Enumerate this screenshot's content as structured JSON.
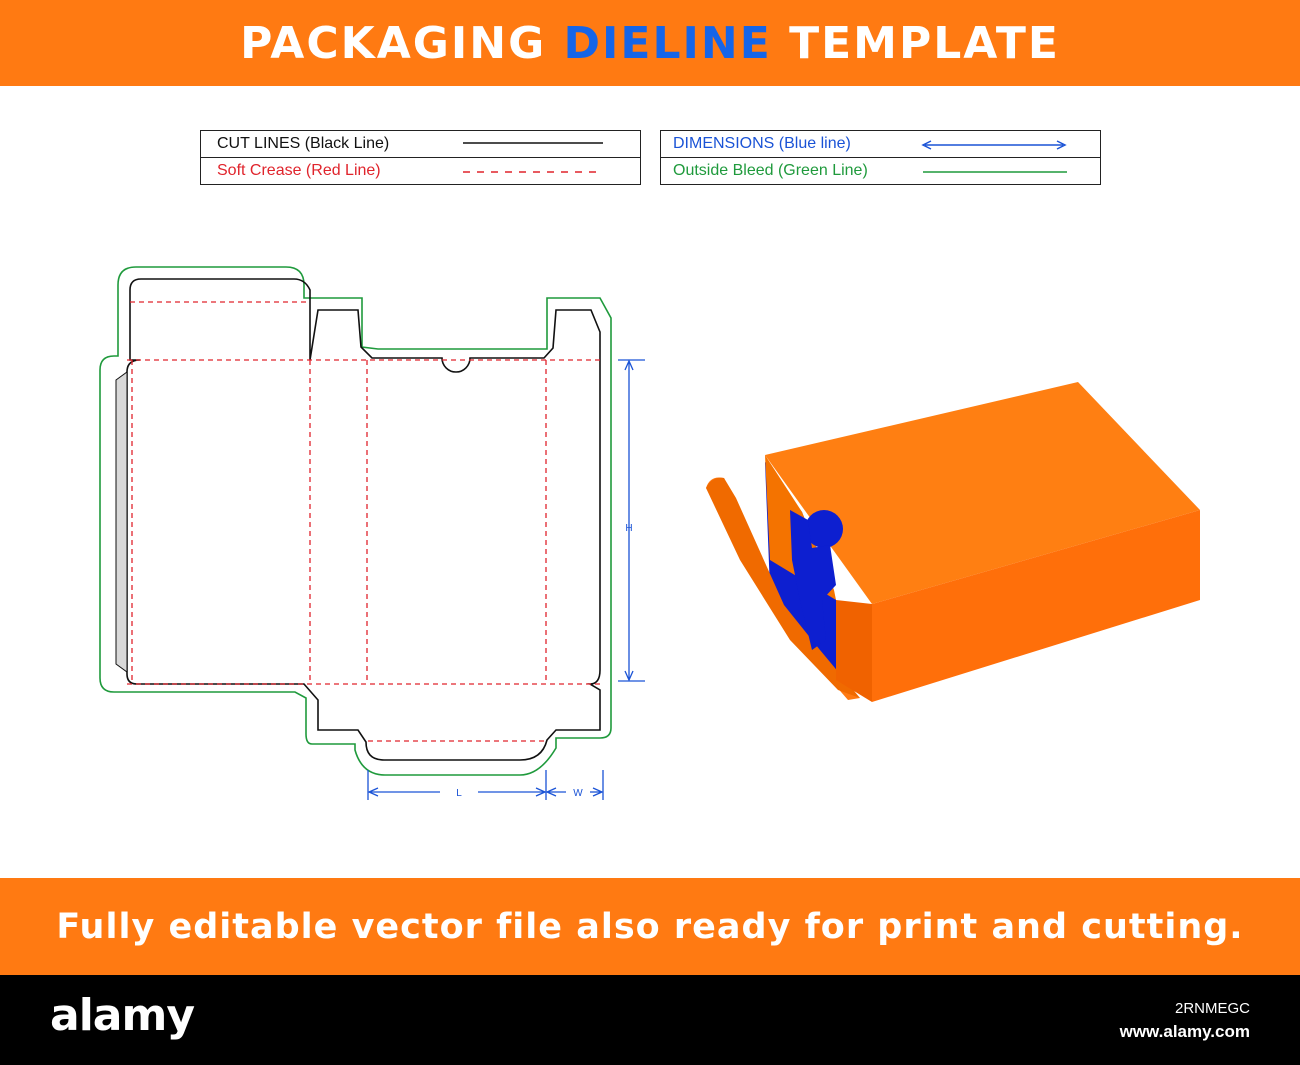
{
  "header": {
    "title_part1": "PACKAGING ",
    "title_accent": "DIELINE",
    "title_part2": " TEMPLATE"
  },
  "legend_left": {
    "cut_lines": "CUT LINES (Black Line)",
    "soft_crease": "Soft Crease (Red Line)"
  },
  "legend_right": {
    "dimensions": "DIMENSIONS (Blue line)",
    "outside_bleed": "Outside Bleed (Green Line)"
  },
  "dimension_labels": {
    "height": "H",
    "length": "L",
    "width": "W"
  },
  "footer": {
    "text": "Fully editable vector file also ready for print and cutting."
  },
  "branding": {
    "brand": "alamy",
    "image_id": "2RNMEGC",
    "site": "www.alamy.com"
  },
  "colors": {
    "orange": "#ff7a12",
    "blue_accent": "#1565e8",
    "cut_line": "#111111",
    "crease_line": "#e0242c",
    "dimension_line": "#1a53d6",
    "bleed_line": "#1f9a3c",
    "box_front": "#ff6f0a",
    "box_top": "#ff7f12",
    "box_inner": "#0d1fd0"
  }
}
